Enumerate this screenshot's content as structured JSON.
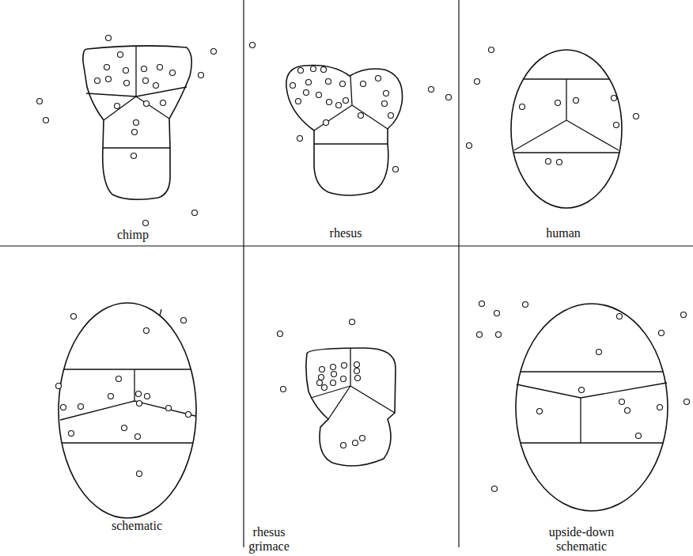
{
  "diagram": {
    "labels": [
      "chimp",
      "rhesus",
      "human",
      "schematic",
      "rhesus grimace",
      "upside-down schematic"
    ]
  }
}
